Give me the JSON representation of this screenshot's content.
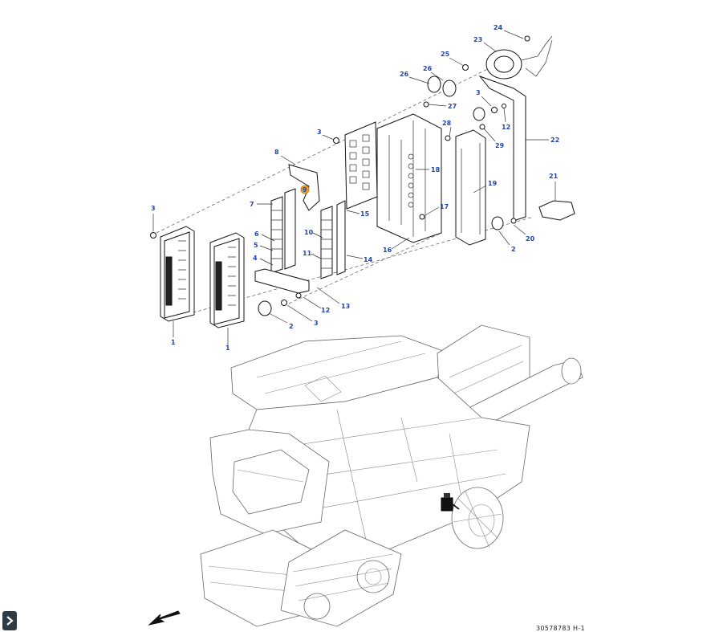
{
  "reference_number": "30578783 H-1",
  "callouts": [
    {
      "label": "24"
    },
    {
      "label": "23"
    },
    {
      "label": "25"
    },
    {
      "label": "26"
    },
    {
      "label": "26"
    },
    {
      "label": "27"
    },
    {
      "label": "3"
    },
    {
      "label": "12"
    },
    {
      "label": "28"
    },
    {
      "label": "29"
    },
    {
      "label": "22"
    },
    {
      "label": "3"
    },
    {
      "label": "8"
    },
    {
      "label": "18"
    },
    {
      "label": "21"
    },
    {
      "label": "19"
    },
    {
      "label": "9"
    },
    {
      "label": "7"
    },
    {
      "label": "17"
    },
    {
      "label": "15"
    },
    {
      "label": "20"
    },
    {
      "label": "3"
    },
    {
      "label": "6"
    },
    {
      "label": "10"
    },
    {
      "label": "2"
    },
    {
      "label": "5"
    },
    {
      "label": "16"
    },
    {
      "label": "11"
    },
    {
      "label": "14"
    },
    {
      "label": "4"
    },
    {
      "label": "13"
    },
    {
      "label": "12"
    },
    {
      "label": "2"
    },
    {
      "label": "3"
    },
    {
      "label": "1"
    },
    {
      "label": "1"
    }
  ],
  "icons": {
    "direction_arrow": "direction-arrow-icon",
    "expand": "chevron-right-icon"
  },
  "colors": {
    "callout_text": "#2244aa",
    "highlight": "#f0a020"
  }
}
